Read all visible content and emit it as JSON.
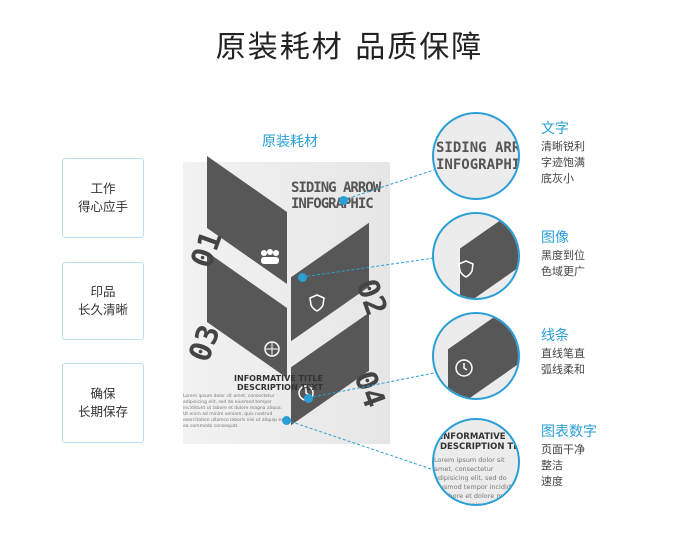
{
  "header": {
    "title": "原装耗材  品质保障"
  },
  "subtitle": "原装耗材",
  "left_boxes": [
    {
      "line1": "工作",
      "line2": "得心应手"
    },
    {
      "line1": "印品",
      "line2": "长久清晰"
    },
    {
      "line1": "确保",
      "line2": "长期保存"
    }
  ],
  "poster": {
    "headline_1": "SIDING ARROW",
    "headline_2": "INFOGRAPHIC",
    "numbers": [
      "01",
      "02",
      "03",
      "04"
    ],
    "info_title_1": "INFORMATIVE TITLE",
    "info_title_2": "DESCRIPTION TEXT",
    "body": "Lorem ipsum dolor sit amet, consectetur adipisicing elit, sed do eiusmod tempor incididunt ut labore et dolore magna aliqua. Ut enim ad minim veniam, quis nostrud exercitation ullamco laboris nisi ut aliquip ex ea commodo consequat."
  },
  "features": [
    {
      "heading": "文字",
      "desc": [
        "清晰锐利",
        "字迹饱满",
        "底灰小"
      ]
    },
    {
      "heading": "图像",
      "desc": [
        "黑度到位",
        "色域更广"
      ]
    },
    {
      "heading": "线条",
      "desc": [
        "直线笔直",
        "弧线柔和"
      ]
    },
    {
      "heading": "图表数字",
      "desc": [
        "页面干净",
        "整洁",
        "速度"
      ]
    }
  ],
  "colors": {
    "accent": "#2a9fd6",
    "border": "#b9dff2"
  }
}
